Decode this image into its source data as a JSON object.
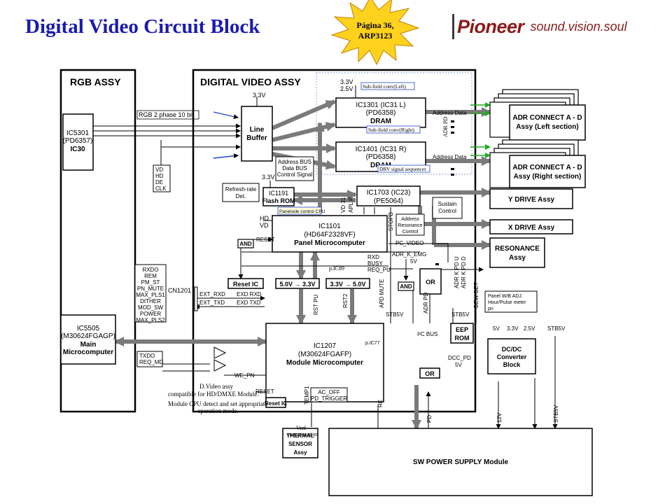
{
  "page": {
    "title": "Digital Video Circuit Block",
    "badge": [
      "Página 36,",
      "ARP3123"
    ],
    "logo": {
      "brand": "Pioneer",
      "tagline": "sound.vision.soul"
    }
  },
  "colors": {
    "title": "#1a1ab0",
    "badge_fill": "#ffd21e",
    "badge_text": "#1010a0",
    "logo": "#8b1a1a",
    "arrow_gray": "#7a7a7a",
    "arrow_green": "#22aa22",
    "arrow_blue": "#2244cc"
  },
  "sections": {
    "rgb": "RGB ASSY",
    "digital": "DIGITAL VIDEO ASSY"
  },
  "blocks": {
    "ic5301": [
      "IC5301",
      "(PD6357)",
      "IC30"
    ],
    "line_buffer": [
      "Line",
      "Buffer"
    ],
    "ic1301": [
      "IC1301 (IC31 L)",
      "(PD6358)",
      "DRAM"
    ],
    "ic1401": [
      "IC1401 (IC31 R)",
      "(PD6358)",
      "DRAM"
    ],
    "ic1191": [
      "IC1191",
      "Flash ROM"
    ],
    "ic1703": [
      "IC1703 (IC23)",
      "(PE5064)"
    ],
    "ic1101": [
      "IC1101",
      "(HD64F2328VF)",
      "Panel Microcomputer"
    ],
    "ic1207": [
      "IC1207",
      "(M30624FGAFP)",
      "Module Microcomputer"
    ],
    "ic5505": [
      "IC5505",
      "(M30624FGAGP)",
      "Main",
      "Microcomputer"
    ],
    "adr_left": [
      "ADR CONNECT A - D",
      "Assy (Left section)"
    ],
    "adr_right": [
      "ADR CONNECT A - D",
      "Assy (Right section)"
    ],
    "y_drive": "Y DRIVE Assy",
    "x_drive": "X DRIVE Assy",
    "resonance": [
      "RESONANCE",
      "Assy"
    ],
    "eep": [
      "EEP",
      "ROM"
    ],
    "dcdc": [
      "DC/DC",
      "Converter",
      "Block"
    ],
    "sw_power": "SW POWER SUPPLY Module",
    "thermal": [
      "THERMAL",
      "SENSOR",
      "Assy"
    ],
    "reset_ic": "Reset IC",
    "reset_ic2": "Reset IC",
    "and1": "AND",
    "and2": "AND",
    "or1": "OR",
    "or2": "OR",
    "reg1": "5.0V → 3.3V",
    "reg2": "3.3V → 5.0V",
    "refresh": [
      "Refresh-rate",
      "Det."
    ],
    "addr_bus": [
      "Address BUS",
      "Data BUS",
      "Control Signal"
    ],
    "sustain": [
      "Sustain",
      "Control"
    ],
    "addr_res": [
      "Address",
      "Resonance",
      "Control"
    ],
    "panel_wb": [
      "Panel W/B ADJ.",
      "Hour/Pulse meter",
      "pn"
    ],
    "ac_off": [
      "AC_OFF",
      "PD_TRIGGER"
    ],
    "vd_group": [
      "VD",
      "HD",
      "DE",
      "CLK"
    ],
    "rxdo_group": [
      "RXDO",
      "REM",
      "PM_ST",
      "PN_MUTE",
      "MAX_PLS1",
      "DITHER",
      "MOD_SW",
      "POWER",
      "MAX_PLS2"
    ],
    "txdo_group": [
      "TXDO",
      "REQ_MD"
    ]
  },
  "signals": {
    "rgb_10bit": "RGB 2 phase 10 bit",
    "v33_a": "3.3V",
    "v33_25": [
      "3.3V",
      "2.5V"
    ],
    "v33_b": "3.3V",
    "address_data_1": "Address Data",
    "address_data_2": "Address Data",
    "hd_vd": [
      "HD",
      "VD"
    ],
    "reset_1": "RESET",
    "reset_2": "RESET",
    "pc_video": "PC_VIDEO",
    "adr_k_emg": "ADR_K_EMG",
    "rxd_busy": [
      "RXD",
      "BUSY",
      "REQ_PU"
    ],
    "v5_a": "5V",
    "v5_b": "5V",
    "stb5v_a": "STB5V",
    "stb5v_b": "STB5V",
    "stb5v_c": "STB5V",
    "cn1201": "CN1201",
    "ext_rxd": "EXT_RXD",
    "ext_txd": "EXT_TXD",
    "exd_rxd": "EXD RXD",
    "exd_txd": "EXD TXD",
    "we_pn": "WE_PN",
    "pd_bus": "I²C BUS",
    "dcc_pd": "DCC_PD",
    "pd": "PD",
    "v12": "12V",
    "temp1": "TEMP1",
    "dcdc_volts": [
      "5V",
      "3.3V",
      "2.5V"
    ],
    "vertical": [
      "VD 31",
      "APL R",
      "STOPB",
      "RST PU",
      "RST2",
      "APD MUTE",
      "ADR PD",
      "DEW DET",
      "ADR K PD U",
      "ADR K PD D",
      "RE"
    ]
  },
  "annotations": {
    "subfield_left": "Sub-field conv(Left)",
    "subfield_right": "Sub-field conv(Right)",
    "drv_seq": "DRV signal sequencer",
    "panelside_cpu": "Panelside control CPU",
    "p_ic89": "p.IC89",
    "p_ic77": "p.IC77",
    "d_video": [
      "D.Video assy",
      "compatible for HD/DMXE Module."
    ],
    "module_cpu": [
      "Module CPU detect and set appropriate",
      "operation mode."
    ],
    "vref": [
      "Vref",
      "compensation"
    ],
    "adr_pd_side": "ADR PD"
  }
}
